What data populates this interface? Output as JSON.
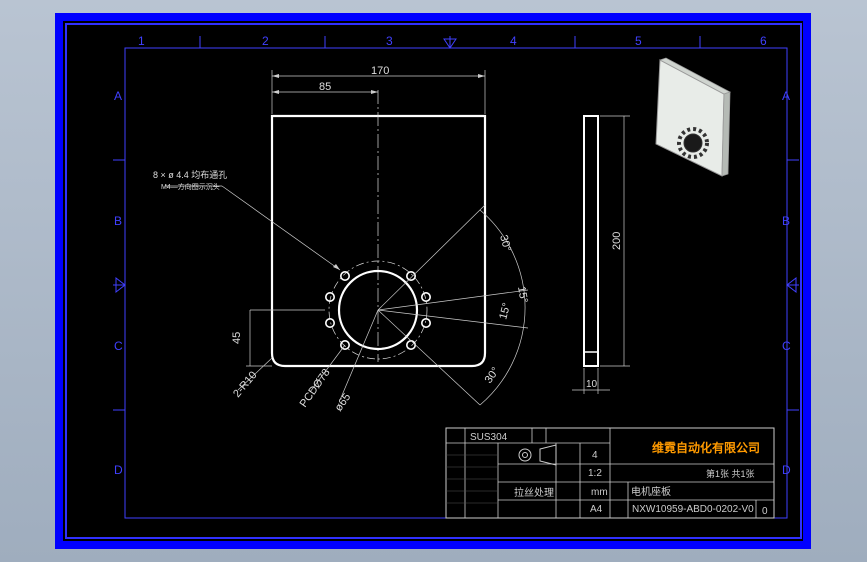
{
  "frame": {
    "col_labels": [
      "1",
      "2",
      "3",
      "4",
      "5",
      "6"
    ],
    "row_labels": [
      "A",
      "B",
      "C",
      "D"
    ]
  },
  "dims": {
    "width_total": "170",
    "width_half": "85",
    "height_total": "200",
    "offset_left": "45",
    "thickness": "10",
    "corner_radius": "2-R10",
    "pcd": "PCDØ78",
    "bore": "ø65",
    "angle_top": "30°",
    "angle_mid_upper": "15°",
    "angle_mid_lower": "15°",
    "angle_bottom": "30°",
    "holes_note_1": "8 × ø 4.4 均布通孔",
    "holes_note_2": "M4—方向图示沉头"
  },
  "title_block": {
    "material": "SUS304",
    "quantity": "4",
    "scale": "1:2",
    "unit": "mm",
    "sheet_size": "A4",
    "company": "维霓自动化有限公司",
    "sheet_index": "第1张 共1张",
    "part_name": "电机座板",
    "surface": "拉丝处理",
    "drawing_no": "NXW10959-ABD0-0202-V0",
    "revision": "0"
  }
}
